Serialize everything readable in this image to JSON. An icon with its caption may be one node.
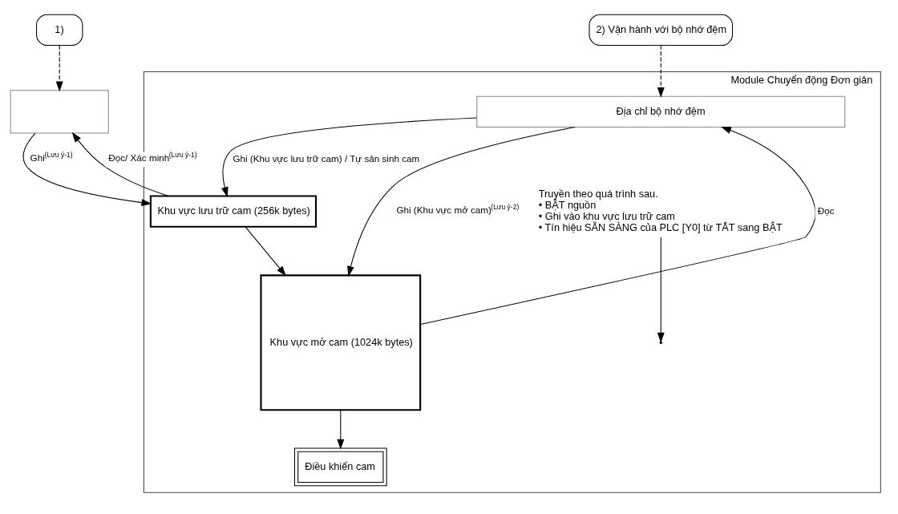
{
  "diagram": {
    "nodes": [
      {
        "text": [
          "1)"
        ]
      },
      {
        "text": [],
        "shape": "box"
      },
      {
        "text": [
          "2) Vận hành với bộ nhớ đệm"
        ]
      },
      {
        "text": [
          "Module Chuyển động Đơn giản"
        ]
      },
      {
        "text": [
          "Địa chỉ bộ nhớ đệm"
        ],
        "in": 3
      },
      {
        "text": [
          "Khu vực lưu trữ cam (256k bytes)"
        ],
        "in": 3
      },
      {
        "text": [
          "Khu vực mở cam (1024k bytes)"
        ],
        "in": 3
      },
      {
        "text": [
          "Điều khiển cam"
        ],
        "in": 3
      },
      {
        "text": [
          "Truyền theo quá trình sau.",
          "• BẬT nguồn",
          "• Ghi vào khu vực lưu trữ cam",
          "• Tín hiệu SẴN SÀNG của PLC [Y0] từ TẮT sang BẬT"
        ],
        "in": 3
      }
    ],
    "edges": [
      {
        "from": 0,
        "to": 1,
        "arrow": "to",
        "style": "dashed"
      },
      {
        "from": 2,
        "to": 4,
        "arrow": "to",
        "style": "dashed"
      },
      {
        "from": 1,
        "to": 5,
        "arrow": "to",
        "label": "Ghi$^{(Lưu ý-1)}$"
      },
      {
        "from": 5,
        "to": 1,
        "arrow": "to",
        "label": "Đọc/ Xác minh$^{(Lưu ý-1)}$"
      },
      {
        "from": 4,
        "to": 5,
        "arrow": "to",
        "label": "Ghi (Khu vực lưu trữ cam) / Tự sản sinh cam"
      },
      {
        "from": 4,
        "to": 6,
        "arrow": "to",
        "label": "Ghi (Khu vực mở cam)$^{(Lưu ý-2)}$"
      },
      {
        "from": 5,
        "to": 6,
        "arrow": "to"
      },
      {
        "from": 6,
        "to": 4,
        "arrow": "to",
        "label": "Đọc"
      },
      {
        "from": 6,
        "to": 7,
        "arrow": "to"
      },
      {
        "from": 8,
        "to": null,
        "arrow": "to"
      }
    ]
  }
}
